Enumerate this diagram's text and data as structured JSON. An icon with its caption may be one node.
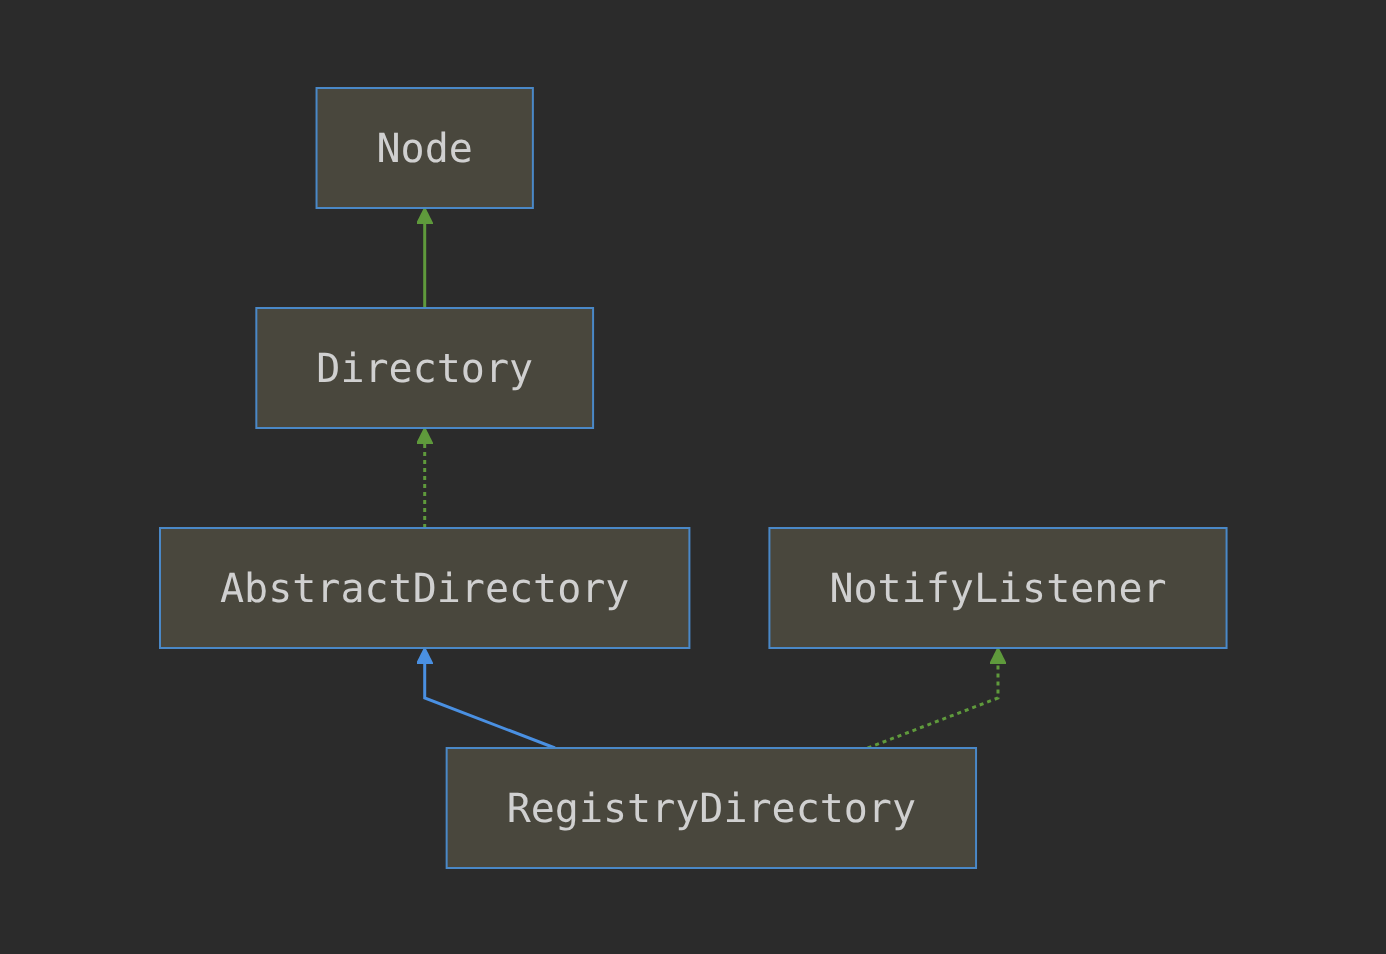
{
  "diagram": {
    "nodes": [
      {
        "text": [
          "Node"
        ]
      },
      {
        "text": [
          "Directory"
        ]
      },
      {
        "text": [
          "AbstractDirectory"
        ]
      },
      {
        "text": [
          "NotifyListener"
        ]
      },
      {
        "text": [
          "RegistryDirectory"
        ]
      }
    ],
    "edges": [
      {
        "from": 1,
        "to": 0,
        "arrow": "to"
      },
      {
        "from": 2,
        "to": 1,
        "arrow": "to",
        "style": "dashed"
      },
      {
        "from": 4,
        "to": 2,
        "arrow": "to",
        "color": "#4a90e2"
      },
      {
        "from": 4,
        "to": 3,
        "arrow": "to",
        "style": "dashed"
      }
    ]
  }
}
